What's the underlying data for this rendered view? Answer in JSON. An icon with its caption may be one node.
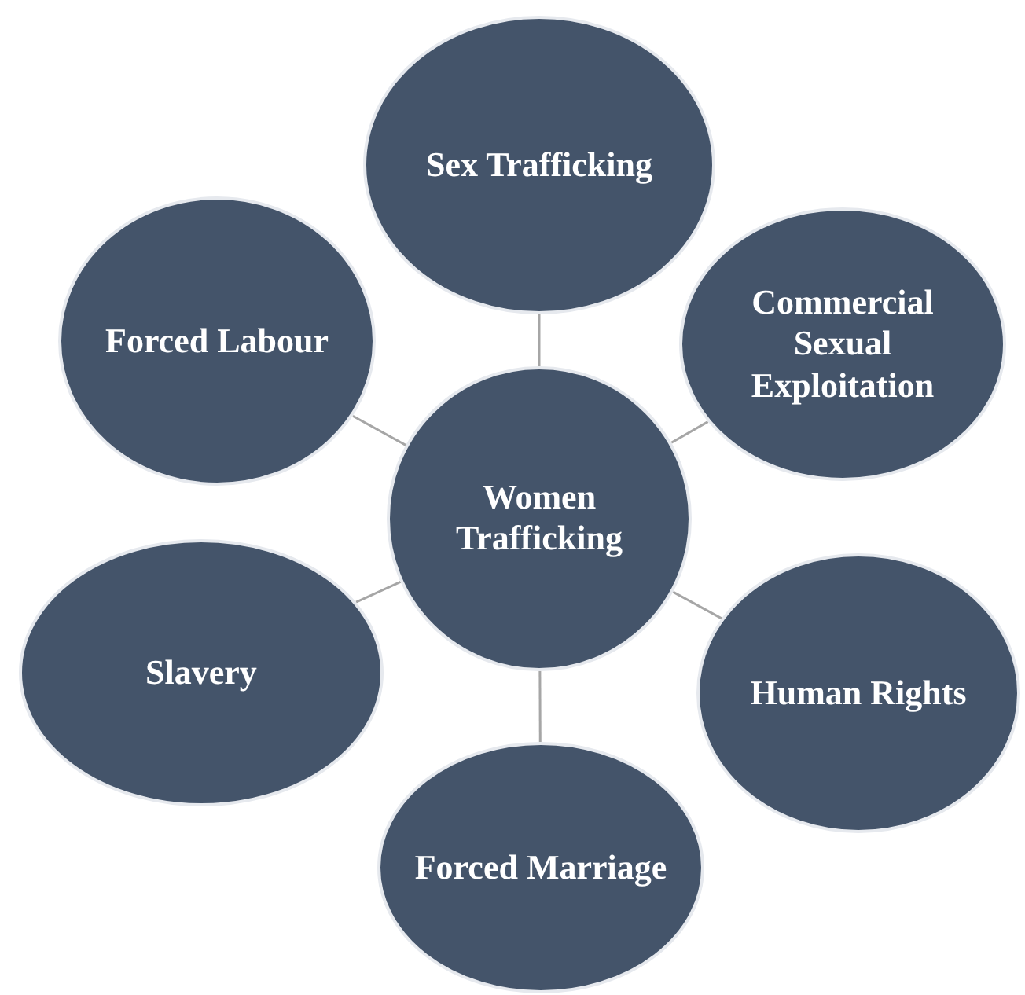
{
  "diagram": {
    "nodes": [
      {
        "text": [
          "Sex Trafficking"
        ]
      },
      {
        "text": [
          "Forced Labour"
        ]
      },
      {
        "text": [
          "Commercial Sexual Exploitation"
        ]
      },
      {
        "text": [
          "Women Trafficking"
        ]
      },
      {
        "text": [
          "Slavery"
        ]
      },
      {
        "text": [
          "Human Rights"
        ]
      },
      {
        "text": [
          "Forced Marriage"
        ]
      }
    ],
    "edges": [
      {
        "from": 3,
        "to": 0,
        "arrow": "none"
      },
      {
        "from": 3,
        "to": 1,
        "arrow": "none"
      },
      {
        "from": 3,
        "to": 2,
        "arrow": "none"
      },
      {
        "from": 3,
        "to": 4,
        "arrow": "none"
      },
      {
        "from": 3,
        "to": 5,
        "arrow": "none"
      },
      {
        "from": 3,
        "to": 6,
        "arrow": "none"
      }
    ]
  }
}
